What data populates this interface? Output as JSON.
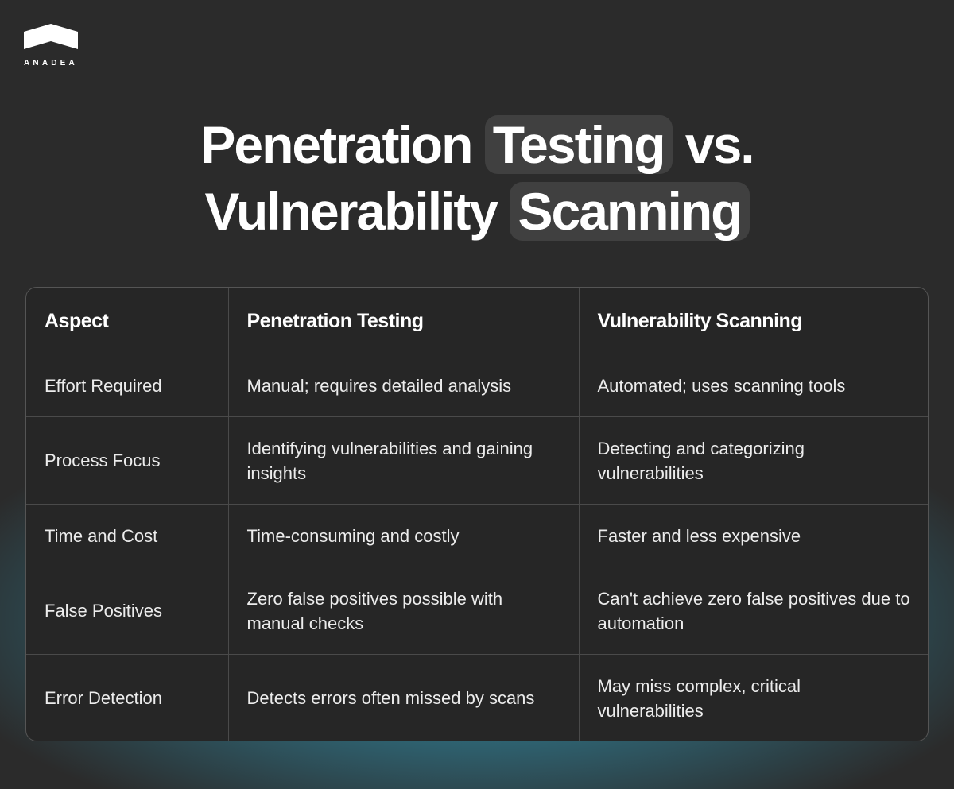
{
  "brand": {
    "logo_text": "ANADEA"
  },
  "headline": {
    "line1_part1": "Penetration",
    "line1_highlight": "Testing",
    "line1_part2": "vs.",
    "line2_part1": "Vulnerability",
    "line2_highlight": "Scanning"
  },
  "colors": {
    "background": "#2b2b2b",
    "glow": "#3cafcd",
    "highlight_box": "#404040",
    "table_background": "#262626",
    "table_border": "#4a4a4a",
    "text": "#ffffff"
  },
  "table": {
    "headers": [
      "Aspect",
      "Penetration Testing",
      "Vulnerability Scanning"
    ],
    "rows": [
      [
        "Effort Required",
        "Manual; requires detailed analysis",
        "Automated; uses scanning tools"
      ],
      [
        "Process Focus",
        "Identifying vulnerabilities and gaining insights",
        "Detecting and categorizing vulnerabilities"
      ],
      [
        "Time and Cost",
        "Time-consuming and costly",
        "Faster and less expensive"
      ],
      [
        "False Positives",
        "Zero false positives possible with manual checks",
        "Can't achieve zero false positives due to automation"
      ],
      [
        "Error Detection",
        "Detects errors often missed by scans",
        "May miss complex, critical vulnerabilities"
      ]
    ]
  }
}
